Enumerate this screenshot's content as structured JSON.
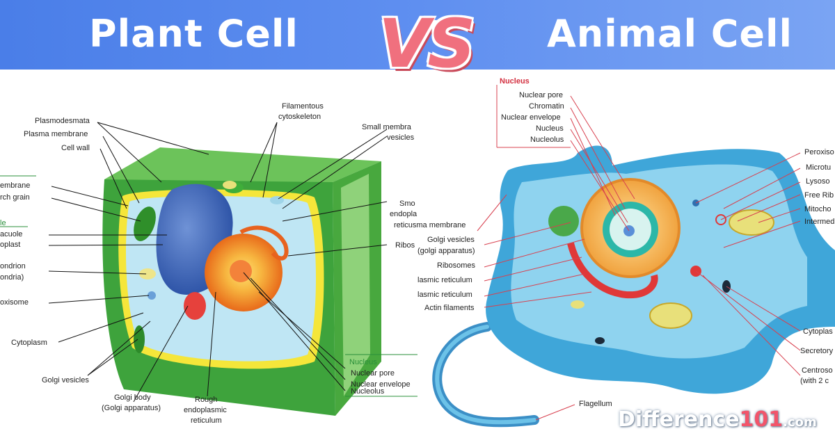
{
  "header": {
    "left_title": "Plant Cell",
    "vs": "VS",
    "right_title": "Animal Cell"
  },
  "plant_labels": {
    "plasmodesmata": "Plasmodesmata",
    "plasma_membrane": "Plasma membrane",
    "cell_wall": "Cell wall",
    "membrane": "embrane",
    "starch_grain": "rch grain",
    "le": "le",
    "vacuole": "acuole",
    "oplast": "oplast",
    "ondrion": "ondrion",
    "ondria": "ondria)",
    "oxisome": "oxisome",
    "cytoplasm": "Cytoplasm",
    "golgi_vesicles": "Golgi vesicles",
    "golgi_body": "Golgi body",
    "golgi_apparatus": "(Golgi apparatus)",
    "rough": "Rough",
    "endoplasmic": "endoplasmic",
    "reticulum": "reticulum",
    "filamentous": "Filamentous",
    "cytoskeleton": "cytoskeleton",
    "small_membrane": "Small membra",
    "vesicles": "vesicles",
    "smo": "Smo",
    "endopla": "endopla",
    "reticusma": "reticusma membrane",
    "ribosomes_cut": "Ribos",
    "nucleus": "Nucleus",
    "nuclear_pore": "Nuclear pore",
    "nuclear_envelope": "Nuclear envelope",
    "nucleolus": "Nucleolus"
  },
  "animal_labels": {
    "nucleus_heading": "Nucleus",
    "nuclear_pore": "Nuclear pore",
    "chromatin": "Chromatin",
    "nuclear_envelope": "Nuclear envelope",
    "nucleus": "Nucleus",
    "nucleolus": "Nucleolus",
    "golgi_vesicles": "Golgi vesicles",
    "golgi_apparatus": "(golgi apparatus)",
    "ribosomes": "Ribosomes",
    "er1": "lasmic reticulum",
    "er2": "lasmic reticulum",
    "actin": "Actin filaments",
    "flagellum": "Flagellum",
    "peroxiso": "Peroxiso",
    "microtu": "Microtu",
    "lysoso": "Lysoso",
    "free_rib": "Free Rib",
    "mitocho": "Mitocho",
    "intermed": "Intermed",
    "cytoplas": "Cytoplas",
    "secretory": "Secretory",
    "centroso": "Centroso",
    "with_2": "(with 2 c"
  },
  "brand": {
    "name": "Difference",
    "number": "101",
    "tld": ".com"
  },
  "colors": {
    "header_start": "#4a7ee8",
    "header_end": "#7aa4f3",
    "vs_pink": "#f0707e",
    "plant_wall": "#3ea33c",
    "plant_light": "#8fd27a",
    "animal_body": "#3fa6d9",
    "nucleus_orange": "#f3a94a",
    "accent_red": "#d32f3f"
  }
}
